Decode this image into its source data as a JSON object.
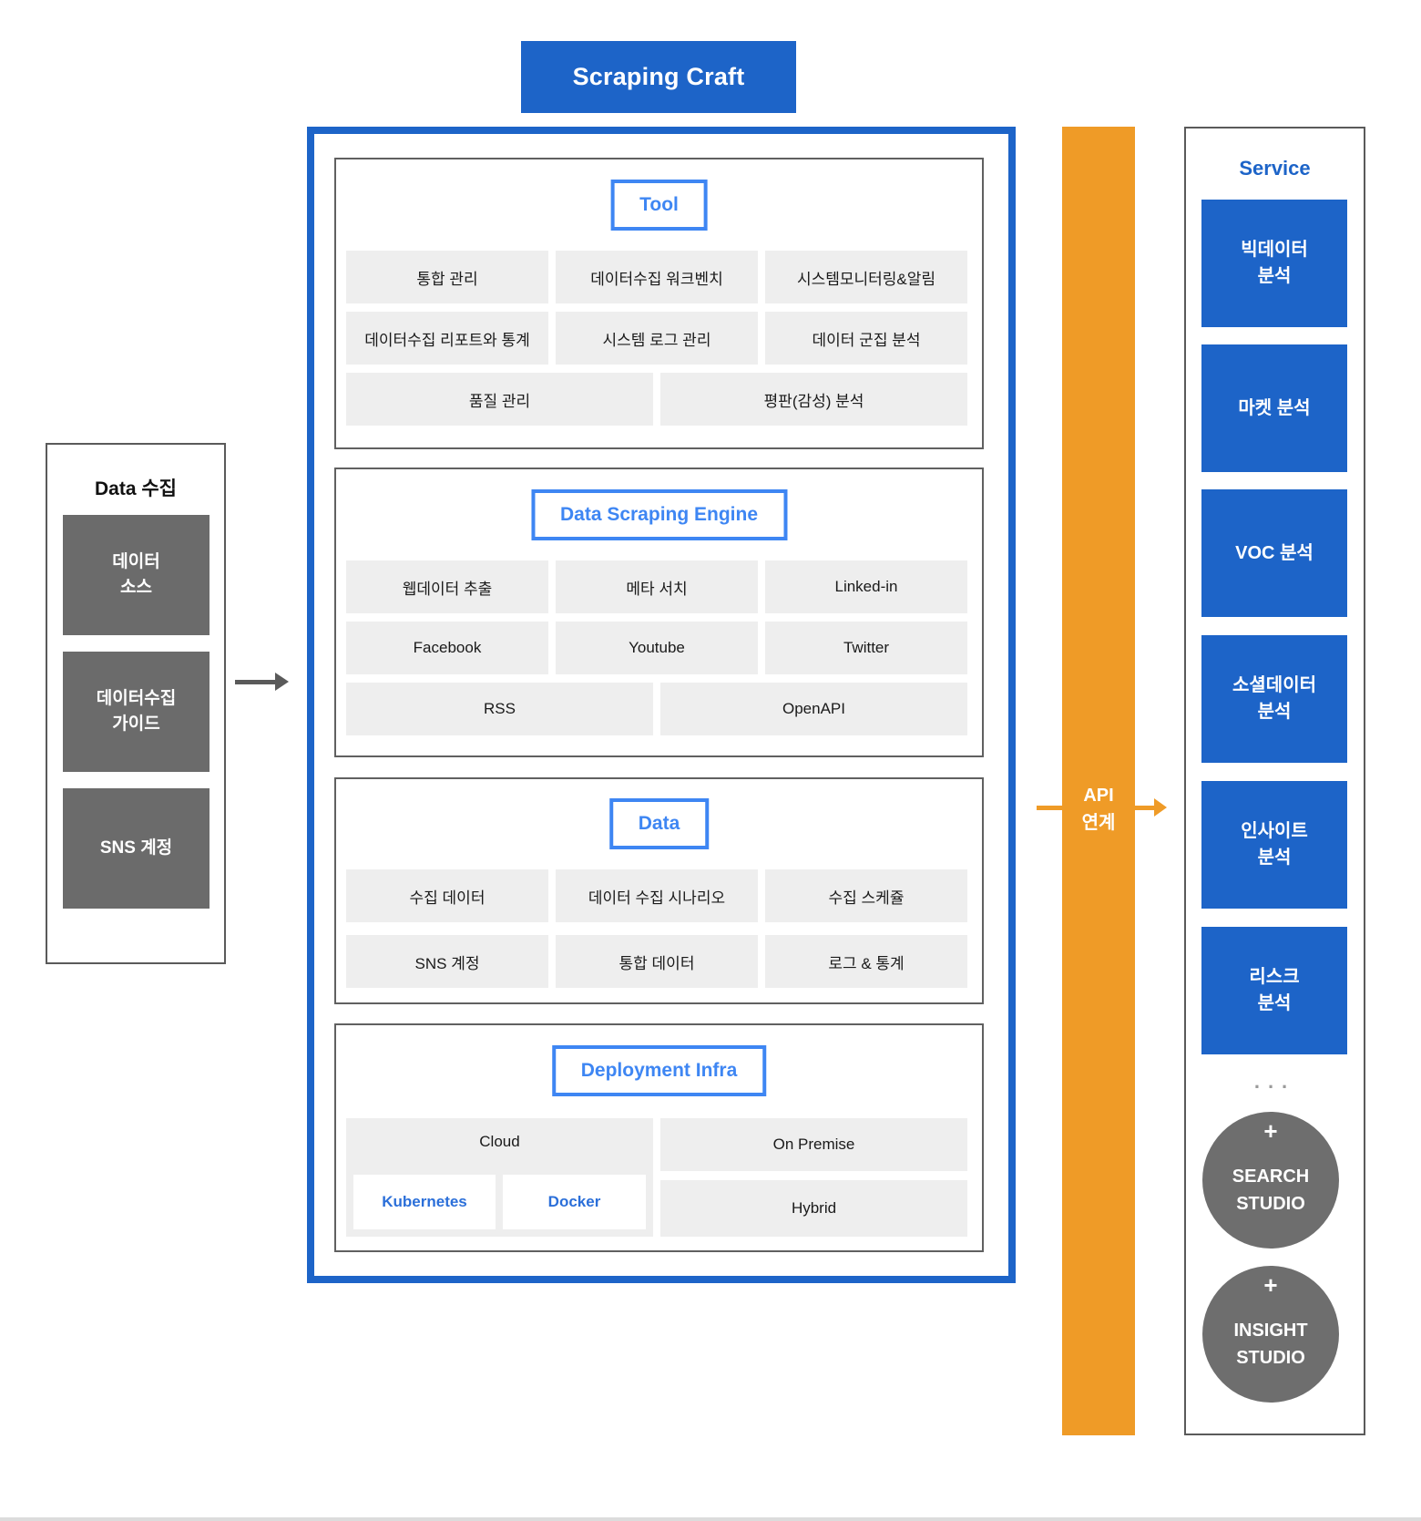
{
  "header": {
    "title": "Scraping Craft"
  },
  "left_panel": {
    "title": "Data 수집",
    "boxes": [
      "데이터\n소스",
      "데이터수집\n가이드",
      "SNS 계정"
    ]
  },
  "main": {
    "tool": {
      "label": "Tool",
      "row1": [
        "통합 관리",
        "데이터수집 워크벤치",
        "시스템모니터링&알림"
      ],
      "row2": [
        "데이터수집 리포트와 통계",
        "시스템 로그 관리",
        "데이터 군집 분석"
      ],
      "row3": [
        "품질 관리",
        "평판(감성) 분석"
      ]
    },
    "engine": {
      "label": "Data Scraping Engine",
      "row1": [
        "웹데이터 추출",
        "메타 서치",
        "Linked-in"
      ],
      "row2": [
        "Facebook",
        "Youtube",
        "Twitter"
      ],
      "row3": [
        "RSS",
        "OpenAPI"
      ]
    },
    "data": {
      "label": "Data",
      "row1": [
        "수집 데이터",
        "데이터 수집 시나리오",
        "수집 스케쥴"
      ],
      "row2": [
        "SNS 계정",
        "통합 데이터",
        "로그 & 통계"
      ]
    },
    "deploy": {
      "label": "Deployment Infra",
      "cloud": "Cloud",
      "cloud_children": [
        "Kubernetes",
        "Docker"
      ],
      "on_premise": "On Premise",
      "hybrid": "Hybrid"
    }
  },
  "api_link": {
    "label": "API\n연계"
  },
  "service": {
    "title": "Service",
    "boxes": [
      "빅데이터\n분석",
      "마켓 분석",
      "VOC 분석",
      "소셜데이터\n분석",
      "인사이트\n분석",
      "리스크\n분석"
    ],
    "ellipsis": "...",
    "studios": [
      {
        "plus": "+",
        "name": "SEARCH\nSTUDIO"
      },
      {
        "plus": "+",
        "name": "INSIGHT\nSTUDIO"
      }
    ]
  },
  "colors": {
    "brand_blue": "#1d64c8",
    "label_blue": "#3e86f3",
    "accent_orange": "#ef9b27",
    "chip_gray": "#eeeeee",
    "dark_gray": "#6b6b6b"
  }
}
